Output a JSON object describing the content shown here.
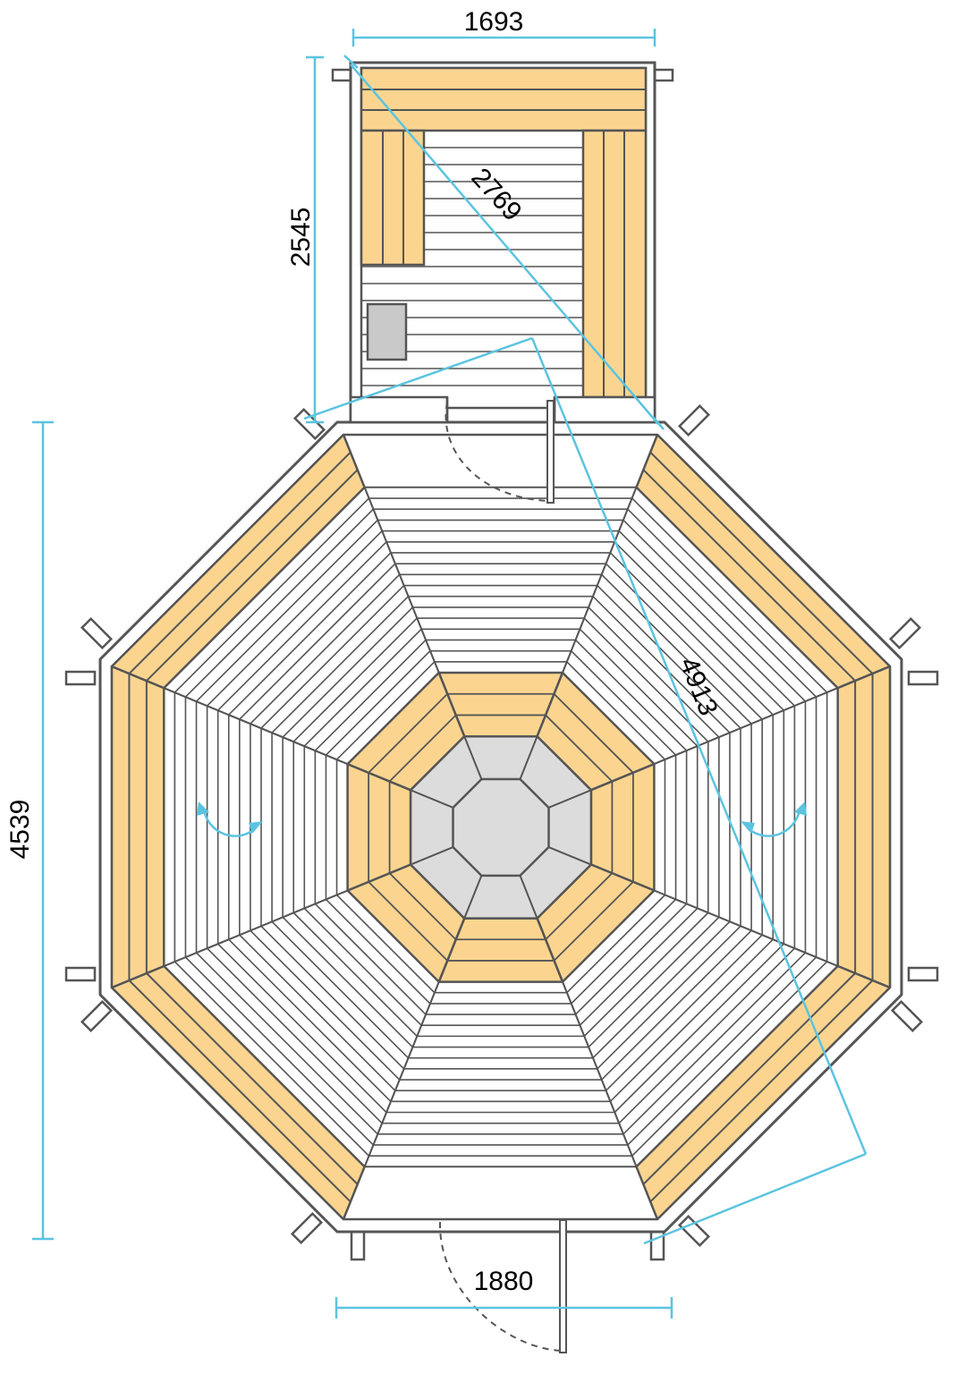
{
  "diagram": {
    "colors": {
      "wood": "#FBD590",
      "outline": "#555555",
      "dimension": "#5BC4E0",
      "stove": "#C9C9C9",
      "hub": "#DCDCDC",
      "background": "#FFFFFF"
    },
    "dimensions": {
      "sauna_width": "1693",
      "sauna_length": "2545",
      "sauna_diagonal": "2769",
      "cabin_height": "4539",
      "cabin_diagonal": "4913",
      "door_width": "1880"
    }
  }
}
